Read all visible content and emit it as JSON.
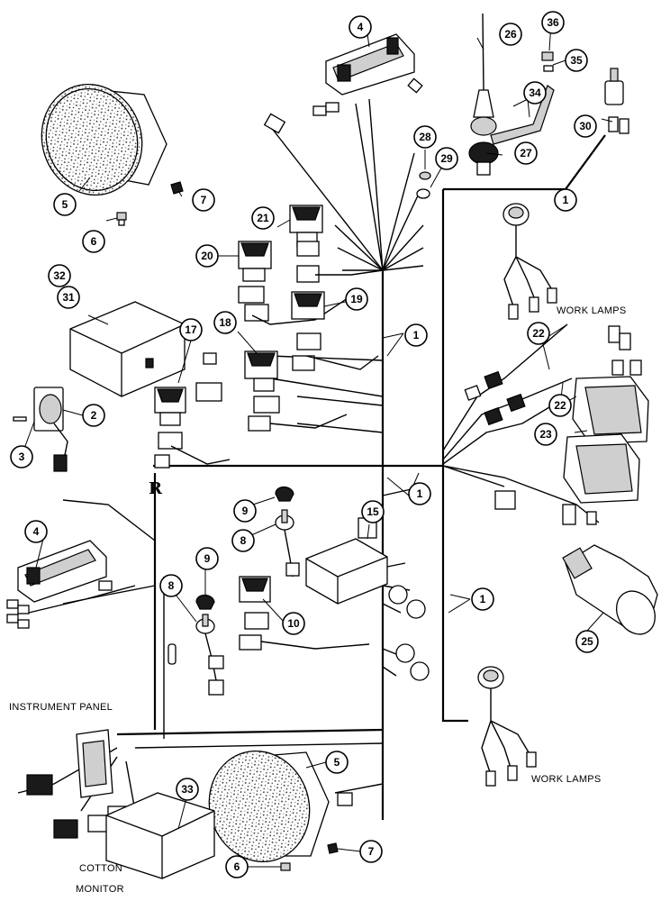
{
  "labels": {
    "work_lamps_top": "WORK LAMPS",
    "work_lamps_bottom": "WORK LAMPS",
    "instrument_panel": "INSTRUMENT PANEL",
    "cotton": "COTTON",
    "monitor": "MONITOR",
    "ref_r": "R"
  },
  "callouts": {
    "c1a": "1",
    "c1b": "1",
    "c1c": "1",
    "c1d": "1",
    "c2": "2",
    "c3": "3",
    "c4a": "4",
    "c4b": "4",
    "c5a": "5",
    "c5b": "5",
    "c6a": "6",
    "c6b": "6",
    "c7a": "7",
    "c7b": "7",
    "c8a": "8",
    "c8b": "8",
    "c9a": "9",
    "c9b": "9",
    "c10": "10",
    "c15": "15",
    "c17": "17",
    "c18": "18",
    "c19": "19",
    "c20": "20",
    "c21": "21",
    "c22a": "22",
    "c22b": "22",
    "c23": "23",
    "c25": "25",
    "c26": "26",
    "c27": "27",
    "c28": "28",
    "c29": "29",
    "c30": "30",
    "c31": "31",
    "c32": "32",
    "c33": "33",
    "c34": "34",
    "c35": "35",
    "c36": "36"
  }
}
